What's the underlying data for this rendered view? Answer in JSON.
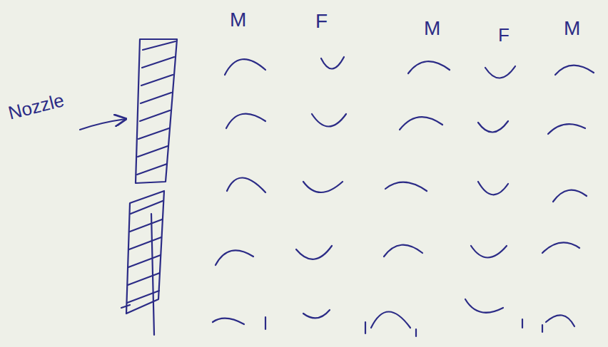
{
  "diagram": {
    "labels": [
      "Nozzle",
      "M",
      "F",
      "M",
      "F",
      "M"
    ]
  }
}
